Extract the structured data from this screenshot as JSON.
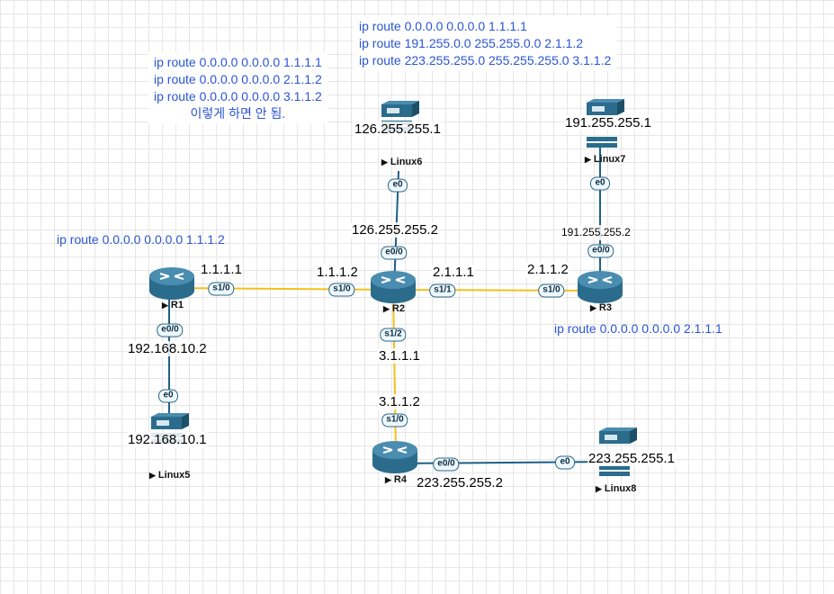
{
  "notes": {
    "left_block": [
      "ip route 0.0.0.0 0.0.0.0 1.1.1.1",
      "ip route 0.0.0.0 0.0.0.0 2.1.1.2",
      "ip route 0.0.0.0 0.0.0.0 3.1.1.2",
      "이렇게 하면 안 됨."
    ],
    "top_block": [
      "ip route 0.0.0.0 0.0.0.0 1.1.1.1",
      "ip route 191.255.0.0 255.255.0.0 2.1.1.2",
      "ip route 223.255.255.0 255.255.255.0 3.1.1.2"
    ],
    "r1_route": "ip route 0.0.0.0 0.0.0.0 1.1.1.2",
    "r3_route": "ip route 0.0.0.0 0.0.0.0 2.1.1.1"
  },
  "devices": {
    "R1": {
      "label": "R1",
      "type": "router"
    },
    "R2": {
      "label": "R2",
      "type": "router"
    },
    "R3": {
      "label": "R3",
      "type": "router"
    },
    "R4": {
      "label": "R4",
      "type": "router"
    },
    "Linux5": {
      "label": "Linux5",
      "type": "server"
    },
    "Linux6": {
      "label": "Linux6",
      "type": "server"
    },
    "Linux7": {
      "label": "Linux7",
      "type": "server"
    },
    "Linux8": {
      "label": "Linux8",
      "type": "server"
    }
  },
  "links": [
    {
      "from": "R1",
      "to": "R2",
      "medium": "serial",
      "color": "#f2c21b"
    },
    {
      "from": "R2",
      "to": "R3",
      "medium": "serial",
      "color": "#f2c21b"
    },
    {
      "from": "R2",
      "to": "R4",
      "medium": "serial",
      "color": "#f2c21b"
    },
    {
      "from": "R1",
      "to": "Linux5",
      "medium": "ethernet",
      "color": "#1f5f86"
    },
    {
      "from": "R2",
      "to": "Linux6",
      "medium": "ethernet",
      "color": "#1f5f86"
    },
    {
      "from": "R3",
      "to": "Linux7",
      "medium": "ethernet",
      "color": "#1f5f86"
    },
    {
      "from": "R4",
      "to": "Linux8",
      "medium": "ethernet",
      "color": "#1f5f86"
    }
  ],
  "interfaces": {
    "r1_s10": "s1/0",
    "r2_s10": "s1/0",
    "r2_s11": "s1/1",
    "r3_s10": "s1/0",
    "r2_s12": "s1/2",
    "r4_s10": "s1/0",
    "r1_e00": "e0/0",
    "r2_e00": "e0/0",
    "r3_e00": "e0/0",
    "r4_e00": "e0/0",
    "linux5_e0": "e0",
    "linux6_e0": "e0",
    "linux7_e0": "e0",
    "linux8_e0": "e0"
  },
  "addresses": {
    "r1_s10": "1.1.1.1",
    "r2_s10": "1.1.1.2",
    "r2_s11": "2.1.1.1",
    "r3_s10": "2.1.1.2",
    "r2_s12": "3.1.1.1",
    "r4_s10": "3.1.1.2",
    "r1_e00": "192.168.10.2",
    "linux5": "192.168.10.1",
    "r2_e00": "126.255.255.2",
    "linux6": "126.255.255.1",
    "r3_e00": "191.255.255.2",
    "linux7": "191.255.255.1",
    "r4_e00": "223.255.255.2",
    "linux8": "223.255.255.1"
  },
  "colors": {
    "router": "#2b6c8c",
    "serial_link": "#f2c21b",
    "ethernet_link": "#1f5f86",
    "note_text": "#2a55d4"
  }
}
